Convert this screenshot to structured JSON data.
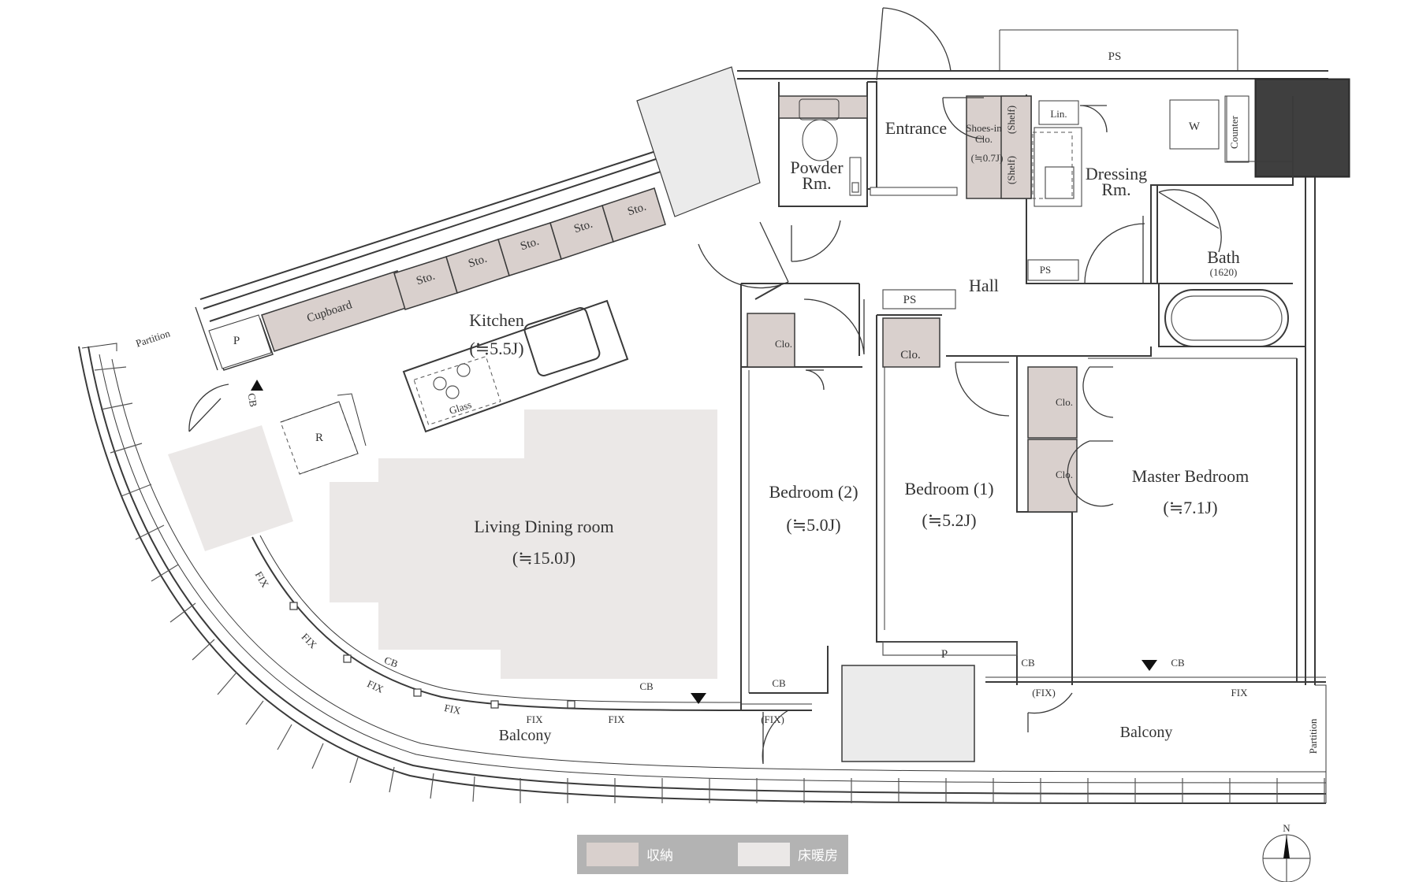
{
  "rooms": {
    "living": "Living Dining room",
    "living_area": "(≒15.0J)",
    "kitchen": "Kitchen",
    "kitchen_area": "(≒5.5J)",
    "bedroom2": "Bedroom (2)",
    "bedroom2_area": "(≒5.0J)",
    "bedroom1": "Bedroom (1)",
    "bedroom1_area": "(≒5.2J)",
    "master": "Master Bedroom",
    "master_area": "(≒7.1J)",
    "entrance": "Entrance",
    "hall": "Hall",
    "powder_1": "Powder",
    "powder_2": "Rm.",
    "dressing_1": "Dressing",
    "dressing_2": "Rm.",
    "bath": "Bath",
    "bath_size": "(1620)",
    "balcony_left": "Balcony",
    "balcony_right": "Balcony"
  },
  "labels": {
    "ps": "PS",
    "partition": "Partition",
    "cupboard": "Cupboard",
    "sto": "Sto.",
    "p": "P",
    "r": "R",
    "cb": "CB",
    "glass": "Glass",
    "clo": "Clo.",
    "lin": "Lin.",
    "w": "W",
    "counter": "Counter",
    "shoes_1": "Shoes-in",
    "shoes_2": "Clo.",
    "shoes_area": "(≒0.7J)",
    "shelf": "(Shelf)",
    "fix": "FIX",
    "fix_paren": "(FIX)",
    "north": "N"
  },
  "legend": {
    "storage": "収納",
    "floor_heating": "床暖房",
    "storage_color": "#d9d0cd",
    "floor_heating_color": "#ebe8e7",
    "bar_color": "#b3b3b3"
  }
}
